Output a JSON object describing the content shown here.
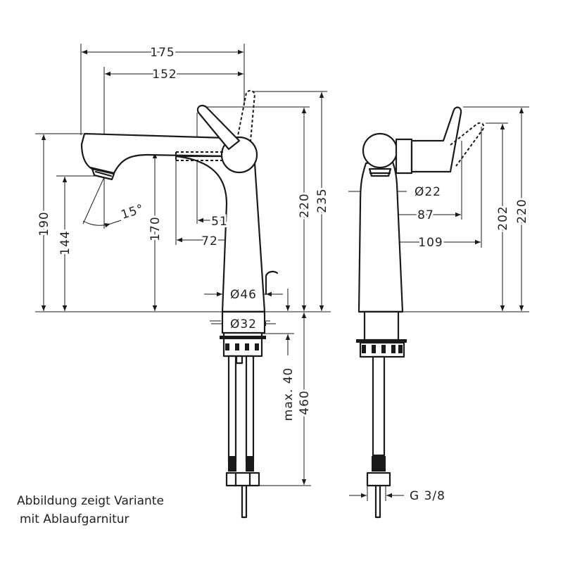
{
  "drawing": {
    "front_view": {
      "dim_175": "175",
      "dim_152": "152",
      "dim_190": "190",
      "dim_144": "144",
      "dim_170": "170",
      "dim_angle": "15°",
      "dim_51": "51",
      "dim_72": "72",
      "dim_220": "220",
      "dim_235": "235",
      "dim_d46": "Ø46",
      "dim_d32": "Ø32",
      "dim_max40": "max. 40",
      "dim_460": "460"
    },
    "side_view": {
      "dim_d22": "Ø22",
      "dim_87": "87",
      "dim_109": "109",
      "dim_202": "202",
      "dim_220": "220",
      "dim_g38": "G 3/8"
    }
  },
  "caption": {
    "line1": "Abbildung zeigt Variante",
    "line2": "mit Ablaufgarnitur"
  }
}
